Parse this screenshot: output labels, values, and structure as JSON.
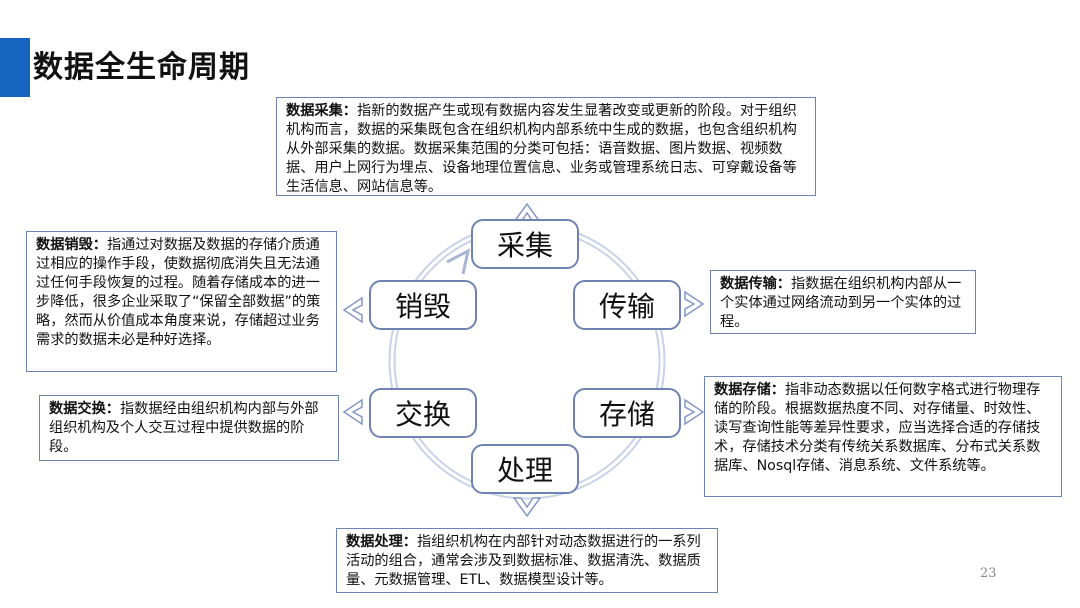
{
  "title": "数据全生命周期",
  "page_number": "23",
  "stages": {
    "collect": "采集",
    "transfer": "传输",
    "store": "存储",
    "process": "处理",
    "exchange": "交换",
    "destroy": "销毁"
  },
  "descriptions": {
    "collect": {
      "heading": "数据采集：",
      "text": "指新的数据产生或现有数据内容发生显著改变或更新的阶段。对于组织机构而言，数据的采集既包含在组织机构内部系统中生成的数据，也包含组织机构从外部采集的数据。数据采集范围的分类可包括：语音数据、图片数据、视频数据、用户上网行为埋点、设备地理位置信息、业务或管理系统日志、可穿戴设备等生活信息、网站信息等。"
    },
    "transfer": {
      "heading": "数据传输：",
      "text": "指数据在组织机构内部从一个实体通过网络流动到另一个实体的过程。"
    },
    "store": {
      "heading": "数据存储：",
      "text": "指非动态数据以任何数字格式进行物理存储的阶段。根据数据热度不同、对存储量、时效性、读写查询性能等差异性要求，应当选择合适的存储技术，存储技术分类有传统关系数据库、分布式关系数据库、Nosql存储、消息系统、文件系统等。"
    },
    "process": {
      "heading": "数据处理：",
      "text": "指组织机构在内部针对动态数据进行的一系列活动的组合，通常会涉及到数据标准、数据清洗、数据质量、元数据管理、ETL、数据模型设计等。"
    },
    "exchange": {
      "heading": "数据交换：",
      "text": "指数据经由组织机构内部与外部组织机构及个人交互过程中提供数据的阶段。"
    },
    "destroy": {
      "heading": "数据销毁：",
      "text": "指通过对数据及数据的存储介质通过相应的操作手段，使数据彻底消失且无法通过任何手段恢复的过程。随着存储成本的进一步降低，很多企业采取了“保留全部数据”的策略，然而从价值成本角度来说，存储超过业务需求的数据未必是种好选择。"
    }
  }
}
